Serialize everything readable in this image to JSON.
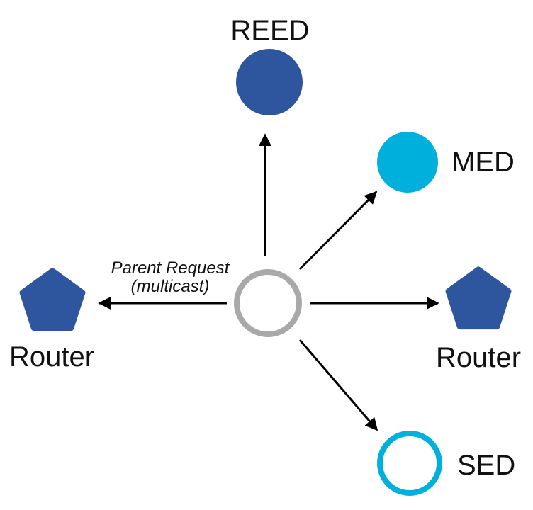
{
  "diagram": {
    "description": "Thread network attach diagram: center node multicasts a Parent Request to surrounding devices",
    "nodes": {
      "reed": {
        "label": "REED",
        "shape": "circle",
        "style": "filled-blue"
      },
      "med": {
        "label": "MED",
        "shape": "circle",
        "style": "filled-cyan"
      },
      "center": {
        "label": "",
        "shape": "circle",
        "style": "white-gray-outline"
      },
      "router_left": {
        "label": "Router",
        "shape": "pentagon",
        "style": "filled-blue"
      },
      "router_right": {
        "label": "Router",
        "shape": "pentagon",
        "style": "filled-blue"
      },
      "sed": {
        "label": "SED",
        "shape": "circle",
        "style": "white-cyan-outline"
      }
    },
    "annotation": {
      "line1": "Parent Request",
      "line2": "(multicast)"
    },
    "colors": {
      "node_blue": "#2e569e",
      "node_cyan": "#00b0dc",
      "center_gray": "#a9a9a9",
      "arrow_black": "#000000",
      "background": "#ffffff"
    }
  }
}
